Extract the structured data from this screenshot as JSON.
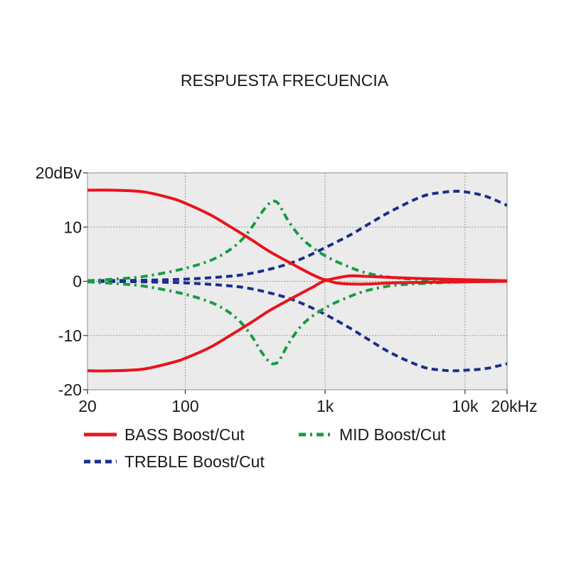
{
  "chart_data": {
    "type": "line",
    "title": "RESPUESTA FRECUENCIA",
    "x_scale": "log",
    "xlim": [
      20,
      20000
    ],
    "ylim": [
      -20,
      20
    ],
    "grid": true,
    "legend_position": "bottom",
    "x_ticks": [
      {
        "value": 20,
        "label": "20"
      },
      {
        "value": 100,
        "label": "100"
      },
      {
        "value": 1000,
        "label": "1k"
      },
      {
        "value": 10000,
        "label": "10k"
      },
      {
        "value": 20000,
        "label": "20kHz"
      }
    ],
    "y_ticks": [
      {
        "value": 20,
        "label": "20dBv"
      },
      {
        "value": 10,
        "label": "10"
      },
      {
        "value": 0,
        "label": "0"
      },
      {
        "value": -10,
        "label": "-10"
      },
      {
        "value": -20,
        "label": "-20"
      }
    ],
    "series": [
      {
        "name": "BASS Boost/Cut",
        "color": "#e8141c",
        "style": "solid",
        "curves": [
          {
            "x": [
              20,
              30,
              50,
              80,
              100,
              150,
              200,
              300,
              400,
              600,
              800,
              1000,
              1200,
              1500,
              2000,
              3000,
              5000,
              10000,
              20000
            ],
            "y": [
              16.8,
              16.8,
              16.5,
              15.3,
              14.4,
              12.3,
              10.4,
              7.6,
              5.5,
              3.0,
              1.3,
              0.3,
              0.6,
              1.0,
              0.9,
              0.7,
              0.5,
              0.3,
              0.1
            ]
          },
          {
            "x": [
              20,
              30,
              50,
              80,
              100,
              150,
              200,
              300,
              400,
              600,
              800,
              1000,
              1200,
              1500,
              2000,
              3000,
              5000,
              10000,
              20000
            ],
            "y": [
              -16.5,
              -16.5,
              -16.2,
              -15.0,
              -14.2,
              -12.2,
              -10.3,
              -7.5,
              -5.4,
              -2.9,
              -1.2,
              0.1,
              -0.3,
              -0.5,
              -0.5,
              -0.3,
              -0.2,
              -0.1,
              0.0
            ]
          }
        ]
      },
      {
        "name": "MID Boost/Cut",
        "color": "#1a9a48",
        "style": "dashdot",
        "curves": [
          {
            "x": [
              20,
              40,
              60,
              100,
              150,
              200,
              250,
              300,
              350,
              400,
              430,
              470,
              550,
              700,
              1000,
              1500,
              2000,
              3000,
              5000,
              10000,
              20000
            ],
            "y": [
              0.1,
              0.6,
              1.2,
              2.4,
              3.8,
              5.5,
              7.5,
              10.0,
              12.6,
              14.4,
              14.8,
              14.1,
              11.0,
              7.6,
              4.7,
              2.6,
              1.5,
              0.7,
              0.3,
              0.1,
              0.0
            ]
          },
          {
            "x": [
              20,
              40,
              60,
              100,
              150,
              200,
              250,
              300,
              350,
              400,
              430,
              470,
              550,
              700,
              1000,
              1500,
              2000,
              3000,
              5000,
              10000,
              20000
            ],
            "y": [
              -0.1,
              -0.6,
              -1.2,
              -2.4,
              -3.8,
              -5.5,
              -7.6,
              -10.2,
              -13.0,
              -14.9,
              -15.2,
              -14.6,
              -11.4,
              -7.8,
              -4.9,
              -2.8,
              -1.7,
              -0.8,
              -0.4,
              -0.1,
              0.0
            ]
          }
        ]
      },
      {
        "name": "TREBLE Boost/Cut",
        "color": "#1b2e8c",
        "style": "dashed",
        "curves": [
          {
            "x": [
              20,
              50,
              100,
              200,
              300,
              500,
              700,
              1000,
              1500,
              2000,
              3000,
              5000,
              7000,
              8500,
              10000,
              14000,
              20000
            ],
            "y": [
              0.1,
              0.2,
              0.4,
              0.9,
              1.5,
              2.9,
              4.3,
              6.2,
              8.5,
              10.4,
              13.0,
              15.7,
              16.4,
              16.6,
              16.5,
              15.7,
              14.0
            ]
          },
          {
            "x": [
              20,
              50,
              100,
              200,
              300,
              500,
              700,
              1000,
              1500,
              2000,
              3000,
              5000,
              7000,
              8500,
              10000,
              14000,
              20000
            ],
            "y": [
              0.0,
              -0.1,
              -0.3,
              -0.8,
              -1.4,
              -2.8,
              -4.2,
              -6.1,
              -8.6,
              -10.6,
              -13.3,
              -15.8,
              -16.4,
              -16.5,
              -16.4,
              -16.1,
              -15.2
            ]
          }
        ]
      }
    ]
  }
}
